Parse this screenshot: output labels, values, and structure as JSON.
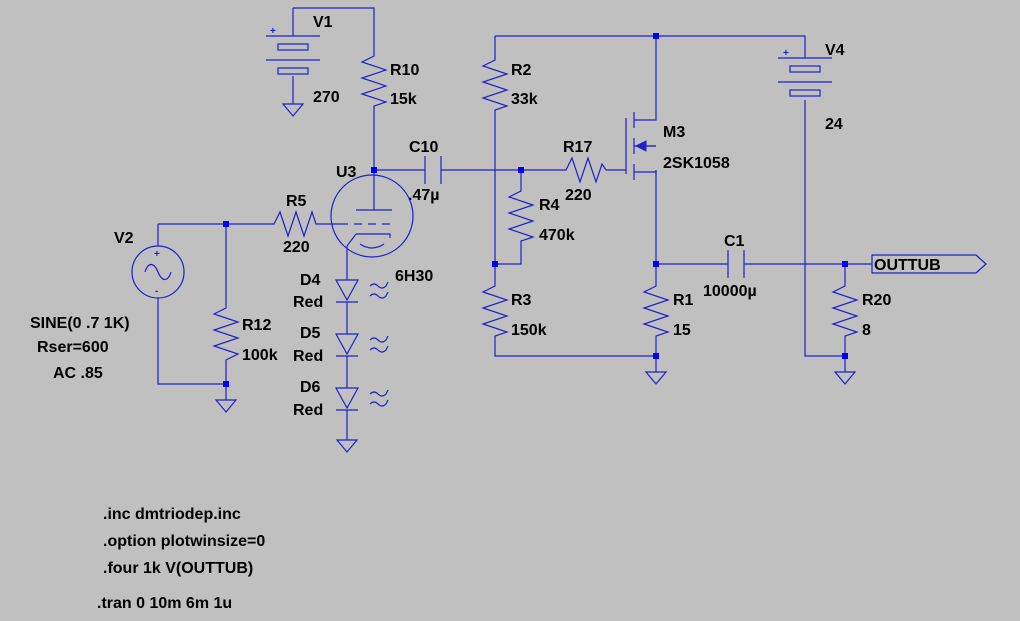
{
  "components": {
    "V1": {
      "ref": "V1",
      "value": "270"
    },
    "V2": {
      "ref": "V2",
      "value": "SINE(0 .7 1K)",
      "rser": "Rser=600",
      "ac": "AC .85"
    },
    "V4": {
      "ref": "V4",
      "value": "24"
    },
    "R10": {
      "ref": "R10",
      "value": "15k"
    },
    "R5": {
      "ref": "R5",
      "value": "220"
    },
    "R12": {
      "ref": "R12",
      "value": "100k"
    },
    "R2": {
      "ref": "R2",
      "value": "33k"
    },
    "R3": {
      "ref": "R3",
      "value": "150k"
    },
    "R4": {
      "ref": "R4",
      "value": "470k"
    },
    "R17": {
      "ref": "R17",
      "value": "220"
    },
    "R1": {
      "ref": "R1",
      "value": "15"
    },
    "R20": {
      "ref": "R20",
      "value": "8"
    },
    "C10": {
      "ref": "C10",
      "value": ".47µ"
    },
    "C1": {
      "ref": "C1",
      "value": "10000µ"
    },
    "U3": {
      "ref": "U3",
      "value": "6H30"
    },
    "M3": {
      "ref": "M3",
      "value": "2SK1058"
    },
    "D4": {
      "ref": "D4",
      "value": "Red"
    },
    "D5": {
      "ref": "D5",
      "value": "Red"
    },
    "D6": {
      "ref": "D6",
      "value": "Red"
    }
  },
  "net_label": "OUTTUB",
  "polarity": {
    "plus": "+",
    "minus": "-"
  },
  "directives": [
    ".inc dmtriodep.inc",
    ".option plotwinsize=0",
    ".four 1k V(OUTTUB)",
    ".tran 0 10m 6m 1u"
  ],
  "colors": {
    "background": "#c0c0c0",
    "wire": "#2020c8",
    "junction": "#0000ff",
    "text": "#000000"
  }
}
